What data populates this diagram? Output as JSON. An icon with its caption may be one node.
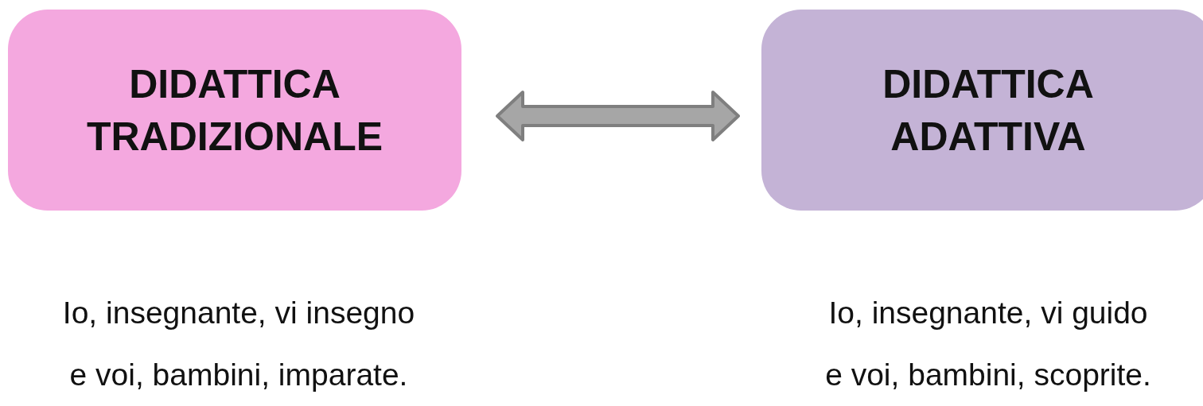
{
  "diagram": {
    "nodes": [
      {
        "text": [
          "DIDATTICA TRADIZIONALE"
        ],
        "beside": [
          "Io, insegnante, vi insegno e voi, bambini, imparate."
        ]
      },
      {
        "text": [
          "DIDATTICA ADATTIVA"
        ],
        "beside": [
          "Io, insegnante, vi guido e voi, bambini, scoprite."
        ]
      }
    ],
    "edges": [
      {
        "from": 0,
        "to": 1,
        "arrow": "both"
      }
    ]
  }
}
